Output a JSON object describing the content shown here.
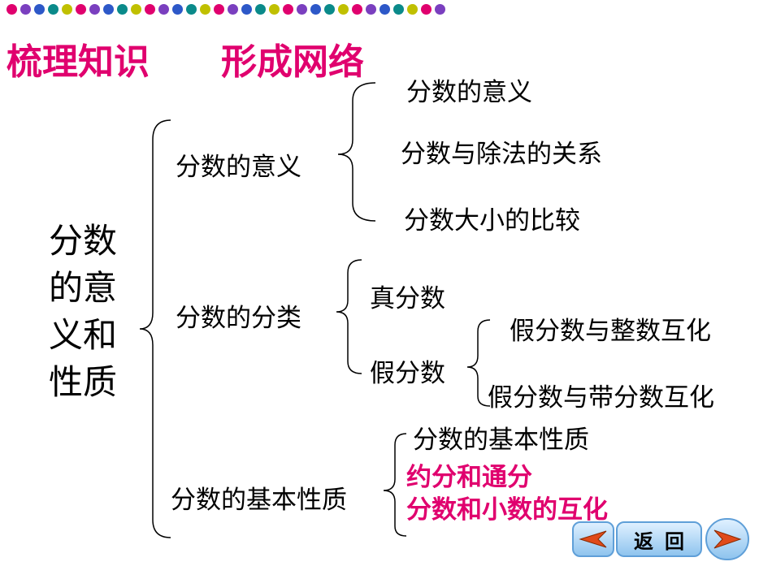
{
  "header": {
    "title_left": "梳理知识",
    "title_right": "形成网络",
    "dot_colors": [
      "#e0006e",
      "#7a3fbf",
      "#2d58c8",
      "#0a8a8a",
      "#c0c000",
      "#e0006e",
      "#7a3fbf",
      "#2d58c8",
      "#0a8a8a",
      "#c0c000",
      "#e0006e",
      "#7a3fbf",
      "#2d58c8",
      "#0a8a8a",
      "#c0c000",
      "#e0006e",
      "#7a3fbf",
      "#2d58c8",
      "#0a8a8a",
      "#c0c000",
      "#e0006e",
      "#7a3fbf",
      "#2d58c8",
      "#0a8a8a",
      "#c0c000",
      "#e0006e",
      "#7a3fbf",
      "#2d58c8",
      "#0a8a8a",
      "#c0c000",
      "#e0006e",
      "#7a3fbf"
    ]
  },
  "root": "分数的意义和性质",
  "branches": {
    "meaning": {
      "label": "分数的意义",
      "items": [
        "分数的意义",
        "分数与除法的关系",
        "分数大小的比较"
      ]
    },
    "classification": {
      "label": "分数的分类",
      "proper": "真分数",
      "improper": "假分数",
      "improper_items": [
        "假分数与整数互化",
        "假分数与带分数互化"
      ]
    },
    "basic_property": {
      "label": "分数的基本性质",
      "items": [
        "分数的基本性质",
        "约分和通分",
        "分数和小数的互化"
      ]
    }
  },
  "nav": {
    "return_label": "返回",
    "back_icon": "left-arrow-icon",
    "next_icon": "right-arrow-icon"
  },
  "colors": {
    "accent": "#e0006e",
    "button": "#8fc4ee"
  }
}
